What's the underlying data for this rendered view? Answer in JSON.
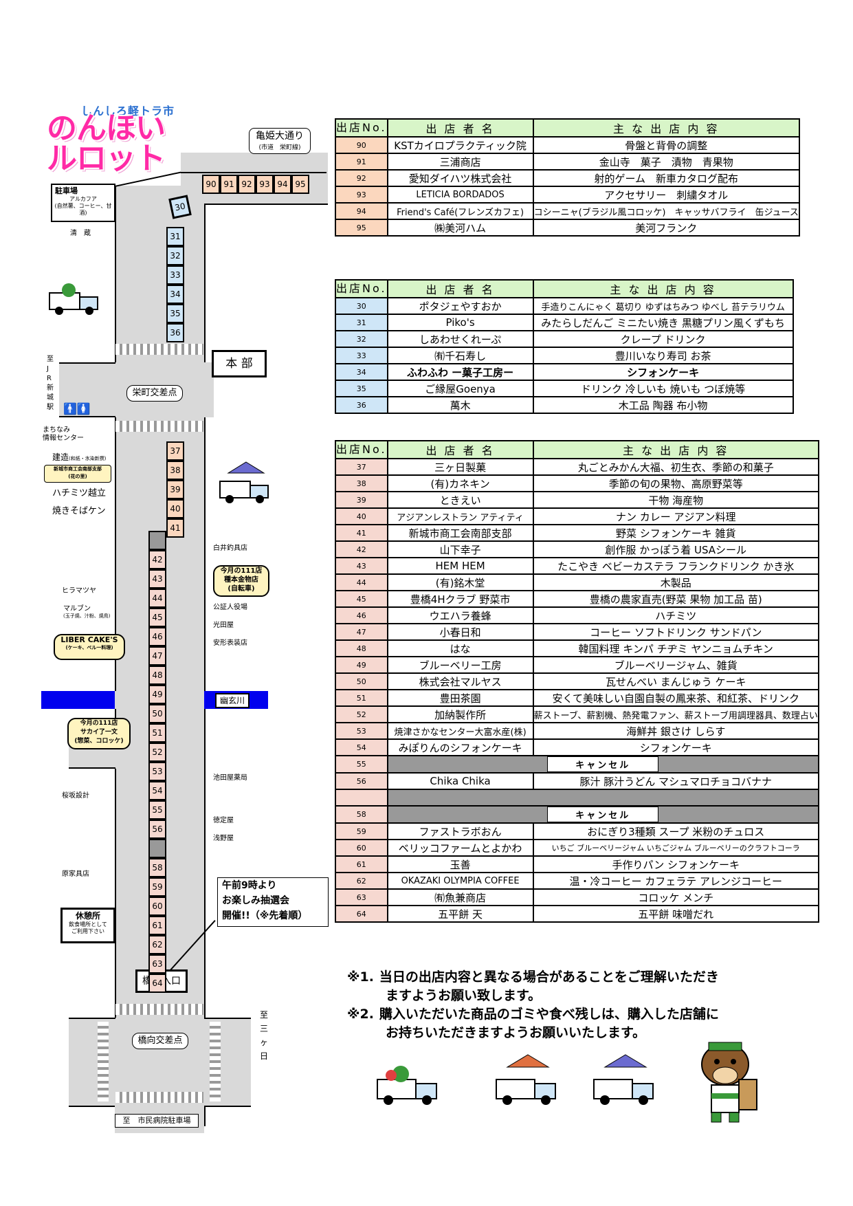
{
  "logo": {
    "subtitle": "しんしろ軽トラ市",
    "title_line1": "のんほい",
    "title_line2": "ルロット"
  },
  "map": {
    "kameyama": "亀姫大通り",
    "kameyama_sub": "(市道　栄町線)",
    "parking_title": "駐車場",
    "parking_sub": "アルカフア\n(自然薯、コーヒー、甘酒)",
    "kiyo": "清　蔵",
    "honbu": "本 部",
    "sakaemachi": "栄町交差点",
    "to_jr": "至\nJ\nR\n新\n城\n駅",
    "machinami": "まちなみ\n情報センター",
    "kenzo": "建造",
    "kenzo_sub": "(和紙・氷染新撰)",
    "chamber": "新城市商工会南部支部\n(花の里)",
    "hachimitsu": "ハチミツ越立",
    "yakisoba": "焼きそばケン",
    "shirai": "白井釣具店",
    "today_shop1": "今月の111店\n種本金物店\n(自転車)",
    "koshu": "公証人役場",
    "mitsuya": "光田屋",
    "anhiko": "安形表装店",
    "hiramatsuya": "ヒラマツヤ",
    "marubun": "マルブン",
    "marubun_sub": "(玉子焼、汁粉、焼鳥)",
    "liber": "LIBER CAKE'S",
    "liber_sub": "(ケーキ、ベル一料理)",
    "river": "幽玄川",
    "today_shop2": "今月の111店\nサカイ了一文\n(惣菜、コロッケ)",
    "ikedaya": "池田屋薬局",
    "sakurazaka": "桜坂設計",
    "tokuteiya": "徳定屋",
    "asanoya": "浅野屋",
    "haraya": "原家具店",
    "rest_title": "休憩所",
    "rest_sub": "飲食場所として\nご利用下さい",
    "lottery": "午前9時より\nお楽しみ抽選会\n開催!!（※先着順）",
    "hashimuki_entrance": "橋向入口",
    "hashimuki": "橋向交差点",
    "to_mikkabi": "至\n三\nヶ\n日",
    "to_hospital": "至　市民病院駐車場",
    "stalls_top": [
      "90",
      "91",
      "92",
      "93",
      "94",
      "95"
    ],
    "stall_30": "30",
    "stalls_b": [
      "31",
      "32",
      "33",
      "34",
      "35",
      "36"
    ],
    "stalls_c": [
      "37",
      "38",
      "39",
      "40",
      "41"
    ],
    "stalls_d": [
      "42",
      "43",
      "44",
      "45",
      "46",
      "47",
      "48",
      "49",
      "50",
      "51",
      "52",
      "53",
      "54",
      "55",
      "56",
      "",
      "58",
      "59",
      "60",
      "61",
      "62",
      "63",
      "64"
    ]
  },
  "header": {
    "no": "出店No.",
    "name": "出 店 者 名",
    "desc": "主 な 出 店 内 容"
  },
  "cancel_label": "キャンセル",
  "table1": [
    {
      "no": "90",
      "name": "KSTカイロプラクティック院",
      "desc": "骨盤と背骨の調整"
    },
    {
      "no": "91",
      "name": "三浦商店",
      "desc": "金山寺　菓子　漬物　青果物"
    },
    {
      "no": "92",
      "name": "愛知ダイハツ株式会社",
      "desc": "射的ゲーム　新車カタログ配布"
    },
    {
      "no": "93",
      "name": "LETICIA BORDADOS",
      "desc": "アクセサリー　刺繍タオル"
    },
    {
      "no": "94",
      "name": "Friend's Café(フレンズカフェ)",
      "desc": "コシーニャ(ブラジル風コロッケ)　キャッサバフライ　缶ジュース"
    },
    {
      "no": "95",
      "name": "㈱美河ハム",
      "desc": "美河フランク"
    }
  ],
  "table2": [
    {
      "no": "30",
      "name": "ポタジェやすおか",
      "desc": "手造りこんにゃく 葛切り ゆずはちみつ ゆべし 苔テラリウム"
    },
    {
      "no": "31",
      "name": "Piko's",
      "desc": "みたらしだんご ミニたい焼き 黒糖プリン風くずもち"
    },
    {
      "no": "32",
      "name": "しあわせくれーぷ",
      "desc": "クレープ ドリンク"
    },
    {
      "no": "33",
      "name": "㈲千石寿し",
      "desc": "豊川いなり寿司 お茶"
    },
    {
      "no": "34",
      "name": "ふわふわ ー菓子工房ー",
      "desc": "シフォンケーキ",
      "bold": true
    },
    {
      "no": "35",
      "name": "ご縁屋Goenya",
      "desc": "ドリンク 冷しいも 焼いも つぼ焼等"
    },
    {
      "no": "36",
      "name": "萬木",
      "desc": "木工品 陶器 布小物"
    }
  ],
  "table3": [
    {
      "no": "37",
      "name": "三ヶ日製菓",
      "desc": "丸ごとみかん大福、初生衣、季節の和菓子"
    },
    {
      "no": "38",
      "name": "(有)カネキン",
      "desc": "季節の旬の果物、高原野菜等"
    },
    {
      "no": "39",
      "name": "ときえい",
      "desc": "干物 海産物"
    },
    {
      "no": "40",
      "name": "アジアンレストラン アティティ",
      "desc": "ナン カレー アジアン料理"
    },
    {
      "no": "41",
      "name": "新城市商工会南部支部",
      "desc": "野菜 シフォンケーキ 雑貨"
    },
    {
      "no": "42",
      "name": "山下幸子",
      "desc": "創作服 かっぽう着 USAシール"
    },
    {
      "no": "43",
      "name": "HEM HEM",
      "desc": "たこやき ベビーカステラ フランクドリンク かき氷"
    },
    {
      "no": "44",
      "name": "(有)銘木堂",
      "desc": "木製品"
    },
    {
      "no": "45",
      "name": "豊橋4Hクラブ 野菜市",
      "desc": "豊橋の農家直売(野菜 果物 加工品 苗)"
    },
    {
      "no": "46",
      "name": "ウエハラ養蜂",
      "desc": "ハチミツ"
    },
    {
      "no": "47",
      "name": "小春日和",
      "desc": "コーヒー ソフトドリンク サンドパン"
    },
    {
      "no": "48",
      "name": "はな",
      "desc": "韓国料理 キンパ チヂミ ヤンニョムチキン"
    },
    {
      "no": "49",
      "name": "ブルーベリー工房",
      "desc": "ブルーベリージャム、雑貨"
    },
    {
      "no": "50",
      "name": "株式会社マルヤス",
      "desc": "瓦せんべい まんじゅう ケーキ"
    },
    {
      "no": "51",
      "name": "豊田茶園",
      "desc": "安くて美味しい自園自製の鳳来茶、和紅茶、ドリンク"
    },
    {
      "no": "52",
      "name": "加納製作所",
      "desc": "薪ストーブ、薪割機、熱発電ファン、薪ストーブ用調理器具、数理占い"
    },
    {
      "no": "53",
      "name": "焼津さかなセンター大富水産(株)",
      "desc": "海鮮丼 銀さけ しらす"
    },
    {
      "no": "54",
      "name": "みぽりんのシフォンケーキ",
      "desc": "シフォンケーキ"
    },
    {
      "no": "55",
      "cancel": true
    },
    {
      "no": "56",
      "name": "Chika Chika",
      "desc": "豚汁 豚汁うどん マシュマロチョコバナナ"
    },
    {
      "no": "",
      "blank": true
    },
    {
      "no": "58",
      "cancel": true
    },
    {
      "no": "59",
      "name": "ファストラボおん",
      "desc": "おにぎり3種類 スープ 米粉のチュロス"
    },
    {
      "no": "60",
      "name": "ベリッコファームとよかわ",
      "desc": "いちご ブルーベリージャム いちごジャム ブルーベリーのクラフトコーラ"
    },
    {
      "no": "61",
      "name": "玉善",
      "desc": "手作りパン シフォンケーキ"
    },
    {
      "no": "62",
      "name": "OKAZAKI OLYMPIA COFFEE",
      "desc": "温・冷コーヒー カフェラテ アレンジコーヒー"
    },
    {
      "no": "63",
      "name": "㈲魚兼商店",
      "desc": "コロッケ メンチ"
    },
    {
      "no": "64",
      "name": "五平餅 天",
      "desc": "五平餅 味噌だれ"
    }
  ],
  "notes": {
    "n1_mark": "※1.",
    "n1_line1": "当日の出店内容と異なる場合があることをご理解いただき",
    "n1_line2": "ますようお願い致します。",
    "n2_mark": "※2.",
    "n2_line1": "購入いただいた商品のゴミや食べ残しは、購入した店舗に",
    "n2_line2": "お持ちいただきますようお願いいたします。"
  }
}
